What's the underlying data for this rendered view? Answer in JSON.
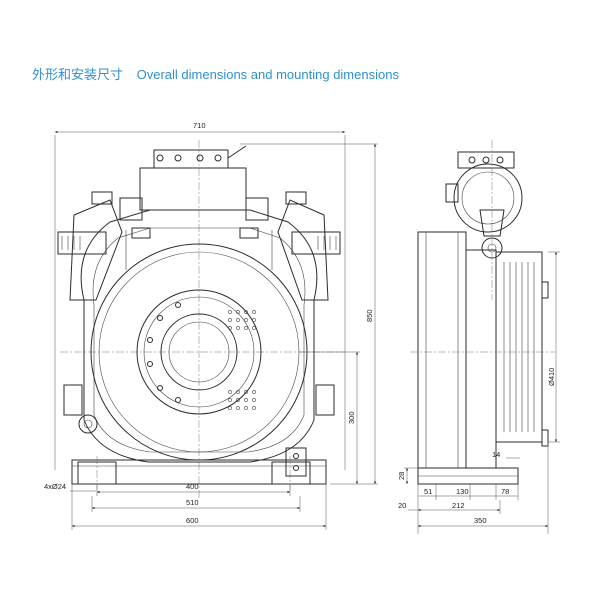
{
  "title": {
    "zh": "外形和安装尺寸",
    "en": "Overall dimensions and mounting dimensions"
  },
  "front_view": {
    "width_710": "710",
    "height_850": "850",
    "shaft_height_300": "300",
    "foot_bolt_spacing_400": "400",
    "base_510": "510",
    "base_600": "600",
    "holes": "4xØ24"
  },
  "side_view": {
    "sheave_diameter": "Ø410",
    "dim_14": "14",
    "dim_28": "28",
    "dim_51": "51",
    "dim_130": "130",
    "dim_78": "78",
    "dim_20": "20",
    "dim_212": "212",
    "depth_350": "350"
  },
  "colors": {
    "title": "#2f8fd0",
    "lines": "#2b2b2b"
  }
}
